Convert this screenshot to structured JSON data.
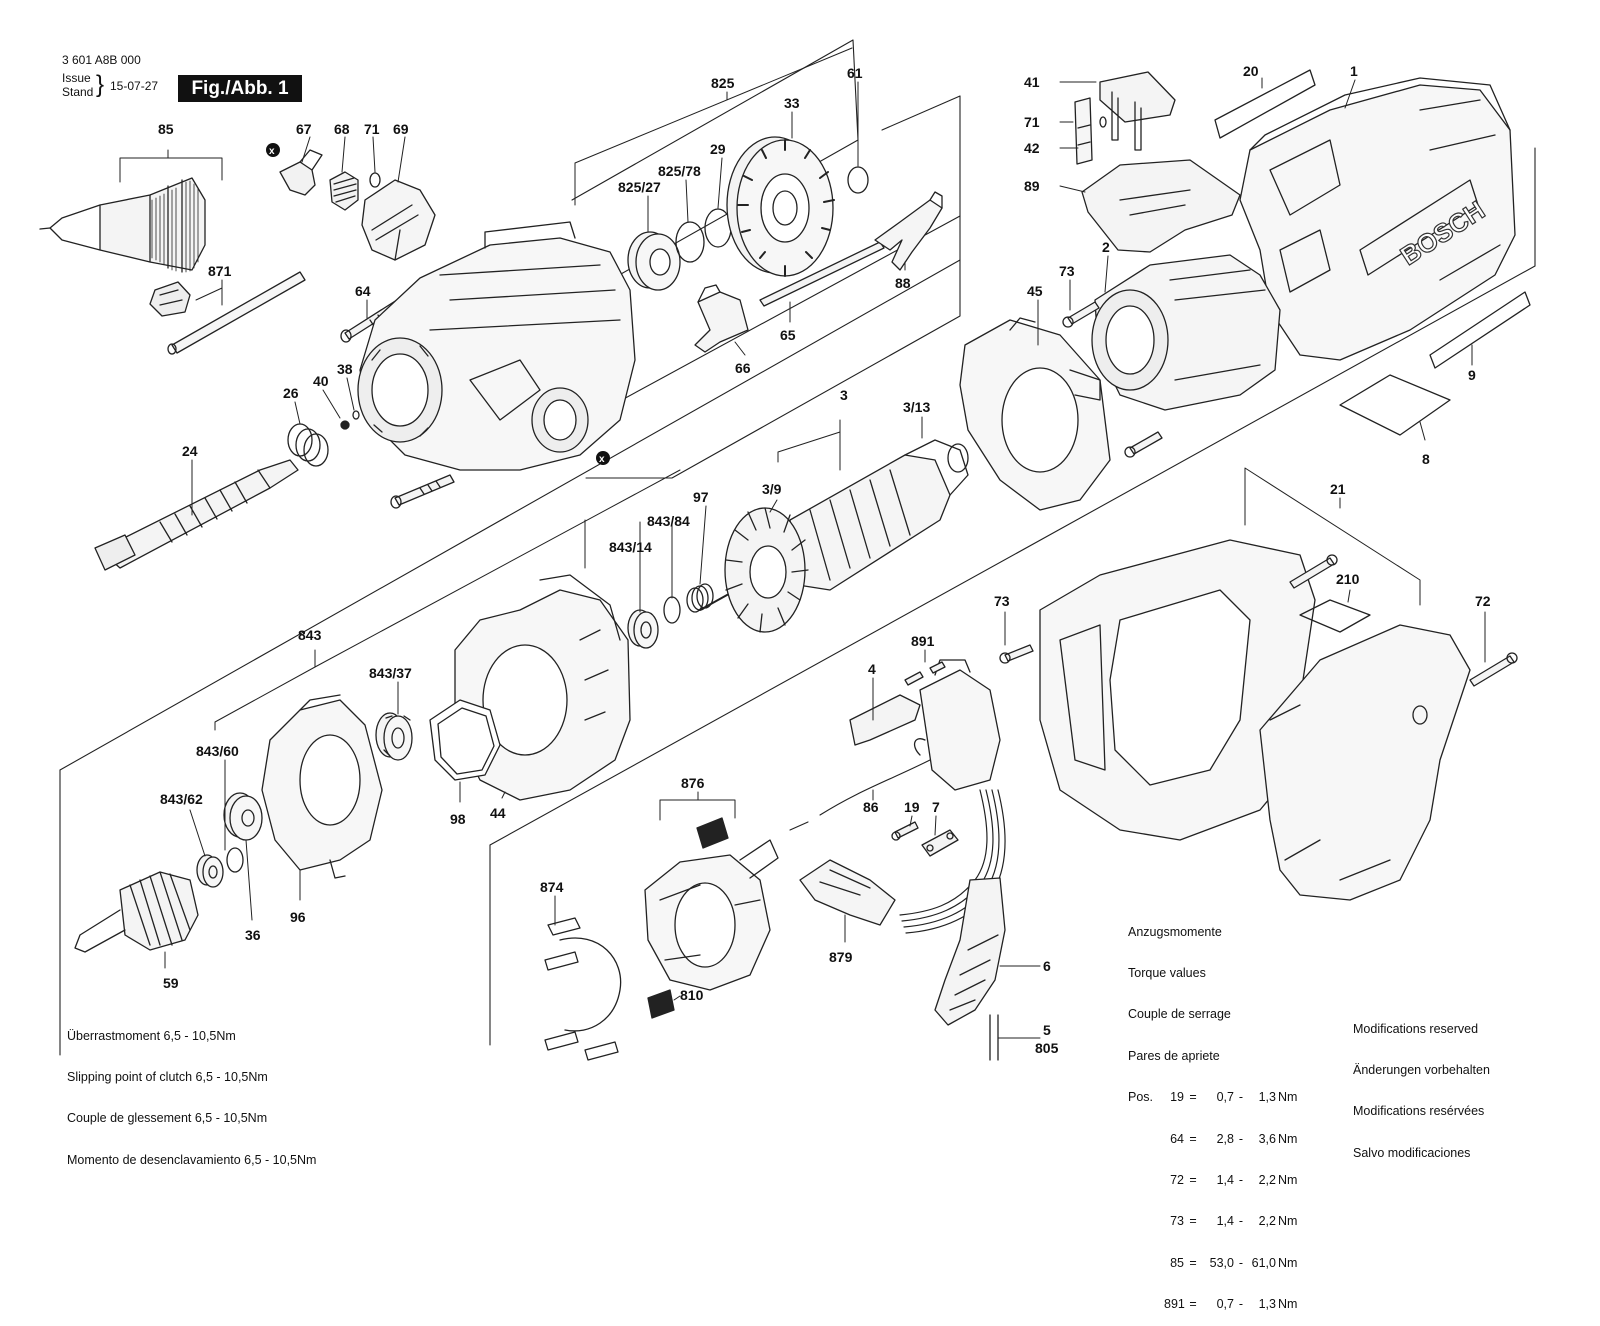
{
  "header": {
    "number": "3 601 A8B 000",
    "issue_label": "Issue",
    "stand_label": "Stand",
    "issue_date": "15-07-27",
    "figure": "Fig./Abb. 1"
  },
  "labels": {
    "p1": "1",
    "p2": "2",
    "p3": "3",
    "p3_9": "3/9",
    "p3_13": "3/13",
    "p4": "4",
    "p5": "5",
    "p6": "6",
    "p7": "7",
    "p8": "8",
    "p9": "9",
    "p19": "19",
    "p20": "20",
    "p21": "21",
    "p24": "24",
    "p26": "26",
    "p29": "29",
    "p33": "33",
    "p36": "36",
    "p38": "38",
    "p40": "40",
    "p41": "41",
    "p42": "42",
    "p44": "44",
    "p45": "45",
    "p59": "59",
    "p61": "61",
    "p64": "64",
    "p65": "65",
    "p66": "66",
    "p67": "67",
    "p68": "68",
    "p69": "69",
    "p71a": "71",
    "p71b": "71",
    "p72": "72",
    "p73a": "73",
    "p73b": "73",
    "p85": "85",
    "p86": "86",
    "p88": "88",
    "p89": "89",
    "p96": "96",
    "p97": "97",
    "p98": "98",
    "p210": "210",
    "p805": "805",
    "p810": "810",
    "p825": "825",
    "p825_27": "825/27",
    "p825_78": "825/78",
    "p843": "843",
    "p843_14": "843/14",
    "p843_37": "843/37",
    "p843_60": "843/60",
    "p843_62": "843/62",
    "p843_84": "843/84",
    "p871": "871",
    "p874": "874",
    "p876": "876",
    "p879": "879",
    "p891": "891",
    "brand": "BOSCH",
    "mark_x": "x"
  },
  "clutch_notes": [
    "Überrastmoment 6,5 - 10,5Nm",
    "Slipping point of clutch 6,5 - 10,5Nm",
    "Couple de glessement 6,5 - 10,5Nm",
    "Momento de desenclavamiento 6,5 - 10,5Nm"
  ],
  "torque": {
    "headings": [
      "Anzugsmomente",
      "Torque values",
      "Couple de serrage",
      "Pares de apriete"
    ],
    "pos_label": "Pos.",
    "rows": [
      {
        "pos": "19",
        "eq": "=",
        "min": "0,7",
        "dash": "-",
        "max": "1,3",
        "unit": "Nm"
      },
      {
        "pos": "64",
        "eq": "=",
        "min": "2,8",
        "dash": "-",
        "max": "3,6",
        "unit": "Nm"
      },
      {
        "pos": "72",
        "eq": "=",
        "min": "1,4",
        "dash": "-",
        "max": "2,2",
        "unit": "Nm"
      },
      {
        "pos": "73",
        "eq": "=",
        "min": "1,4",
        "dash": "-",
        "max": "2,2",
        "unit": "Nm"
      },
      {
        "pos": "85",
        "eq": "=",
        "min": "53,0",
        "dash": "-",
        "max": "61,0",
        "unit": "Nm"
      },
      {
        "pos": "891",
        "eq": "=",
        "min": "0,7",
        "dash": "-",
        "max": "1,3",
        "unit": "Nm"
      }
    ]
  },
  "modifications": [
    "Modifications reserved",
    "Änderungen vorbehalten",
    "Modifications resérvées",
    "Salvo modificaciones"
  ]
}
